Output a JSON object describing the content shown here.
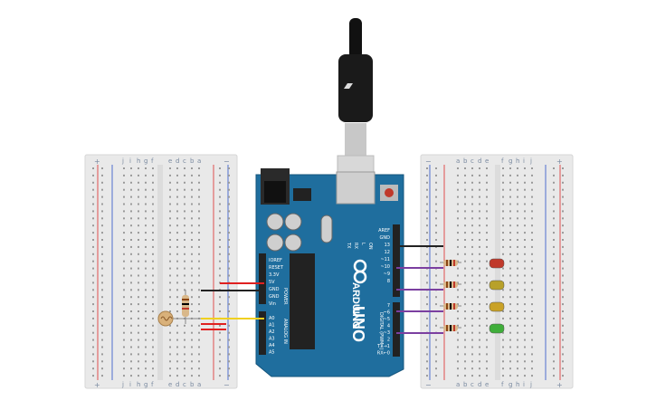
{
  "board": {
    "brand": "ARDUINO",
    "model": "UNO",
    "tx_label": "TX",
    "rx_label": "RX",
    "l_label": "L",
    "on_label": "ON",
    "power_header_title": "POWER",
    "analog_header_title": "ANALOG IN",
    "digital_header_title": "DIGITAL (PWM~)",
    "power_pins": [
      "IOREF",
      "RESET",
      "3.3V",
      "5V",
      "GND",
      "GND",
      "Vin"
    ],
    "analog_pins": [
      "A0",
      "A1",
      "A2",
      "A3",
      "A4",
      "A5"
    ],
    "digital_pins_top": [
      "AREF",
      "GND",
      "13",
      "12",
      "~11",
      "~10",
      "~9",
      "8"
    ],
    "digital_pins_bottom": [
      "7",
      "~6",
      "~5",
      "4",
      "~3",
      "2",
      "TX→1",
      "RX←0"
    ]
  },
  "breadboard_left": {
    "column_letters_top": [
      "j",
      "i",
      "h",
      "g",
      "f",
      "e",
      "d",
      "c",
      "b",
      "a"
    ],
    "plus": "+",
    "minus": "−"
  },
  "breadboard_right": {
    "column_letters_top": [
      "a",
      "b",
      "c",
      "d",
      "e",
      "f",
      "g",
      "h",
      "i",
      "j"
    ],
    "plus": "+",
    "minus": "−"
  },
  "led_colors": [
    "#c0392b",
    "#b8a12a",
    "#c9a227",
    "#3fae3a"
  ],
  "wire_colors": {
    "power": "#e02020",
    "ground": "#222222",
    "signal": "#f0d020",
    "digital": "#7b3fa0"
  }
}
